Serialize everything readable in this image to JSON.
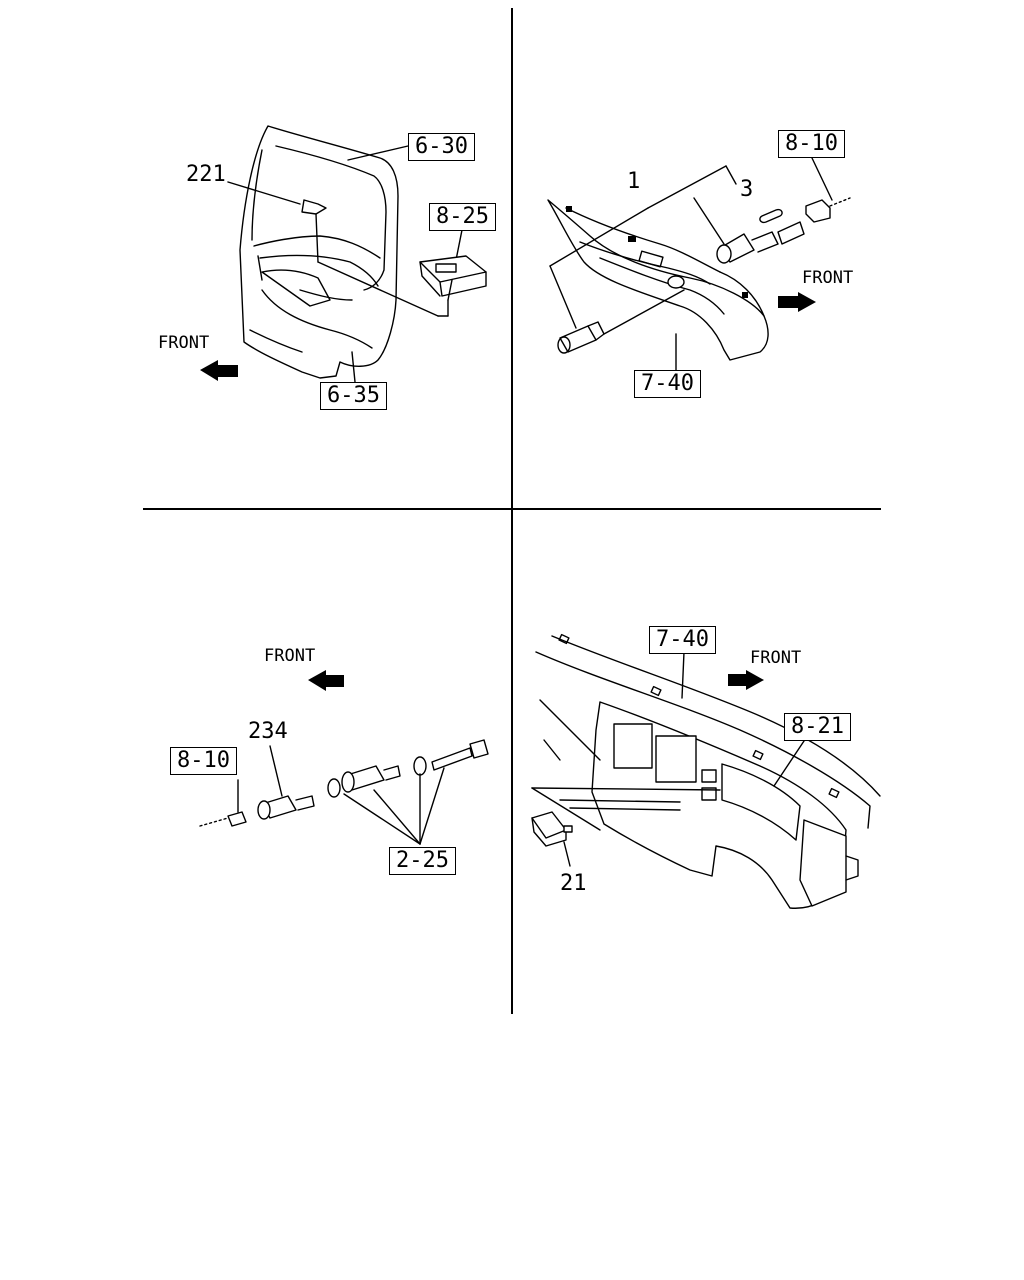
{
  "panels": [
    {
      "refs": [
        "6-30",
        "8-25",
        "6-35"
      ],
      "part_numbers": [
        "221"
      ],
      "front_label": "FRONT"
    },
    {
      "refs": [
        "8-10",
        "7-40"
      ],
      "part_numbers": [
        "1",
        "3"
      ],
      "front_label": "FRONT"
    },
    {
      "refs": [
        "8-10",
        "2-25"
      ],
      "part_numbers": [
        "234"
      ],
      "front_label": "FRONT"
    },
    {
      "refs": [
        "7-40",
        "8-21"
      ],
      "part_numbers": [
        "21"
      ],
      "front_label": "FRONT"
    }
  ],
  "icons": {
    "front_arrow": "front-direction-arrow-icon"
  },
  "colors": {
    "ink": "#000000",
    "paper": "#ffffff"
  }
}
